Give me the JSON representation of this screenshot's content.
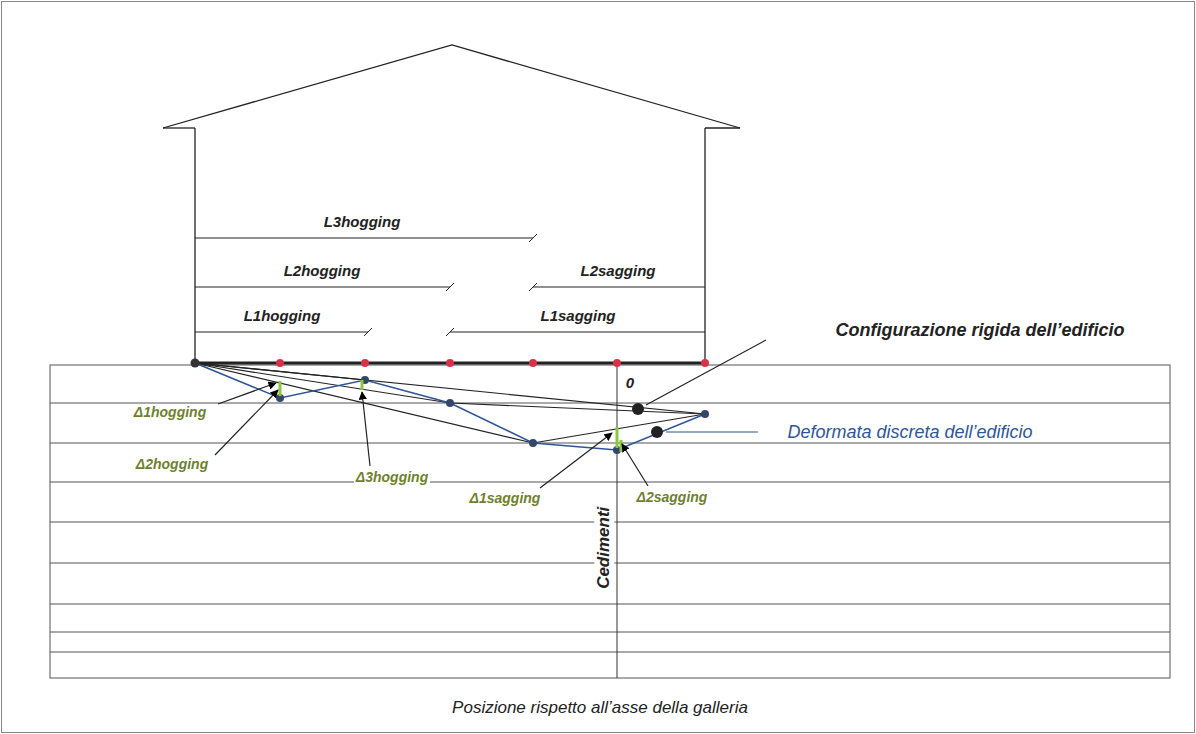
{
  "diagram": {
    "labels": [
      "L3hogging",
      "L2hogging",
      "L2sagging",
      "L1hogging",
      "L1sagging",
      "0",
      "Configurazione rigida dell’edificio",
      "Δ1hogging",
      "Δ2hogging",
      "Δ3hogging",
      "Δ1sagging",
      "Δ2sagging",
      "Deformata discreta dell’edificio",
      "Cedimenti",
      "Posizione rispetto all’asse della galleria"
    ]
  }
}
